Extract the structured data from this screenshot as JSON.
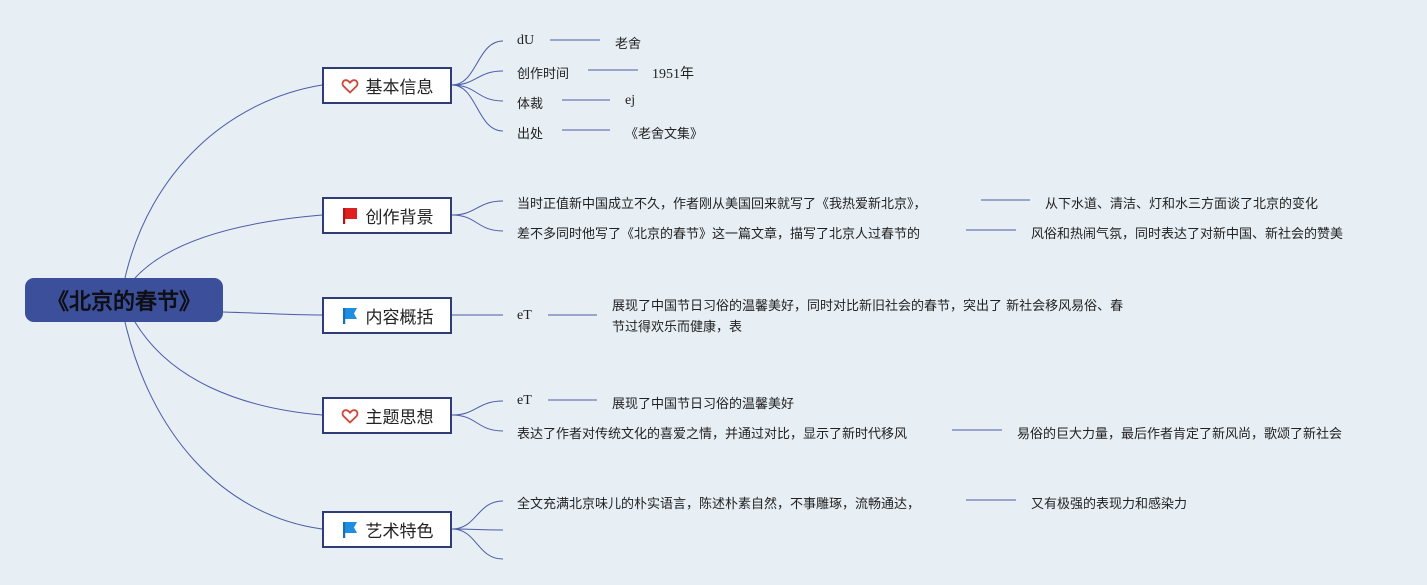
{
  "root": {
    "title": "《北京的春节》"
  },
  "branches": [
    {
      "label": "基本信息",
      "icon": "heart-icon",
      "items": [
        {
          "key": "dU",
          "value": "老舍"
        },
        {
          "key": "创作时间",
          "value": "1951年"
        },
        {
          "key": "体裁",
          "value": "ej"
        },
        {
          "key": "出处",
          "value": "《老舍文集》"
        }
      ]
    },
    {
      "label": "创作背景",
      "icon": "red-flag-icon",
      "items": [
        {
          "key": "当时正值新中国成立不久，作者刚从美国回来就写了《我热爱新北京》，",
          "value": "从下水道、清洁、灯和水三方面谈了北京的变化"
        },
        {
          "key": "差不多同时他写了《北京的春节》这一篇文章，描写了北京人过春节的",
          "value": "风俗和热闹气氛，同时表达了对新中国、新社会的赞美"
        }
      ]
    },
    {
      "label": "内容概括",
      "icon": "blue-flag-icon",
      "items": [
        {
          "key": "eT",
          "value": "展现了中国节日习俗的温馨美好，同时对比新旧社会的春节，突出了 新社会移风易俗、春节过得欢乐而健康，表"
        }
      ]
    },
    {
      "label": "主题思想",
      "icon": "heart-icon",
      "items": [
        {
          "key": "eT",
          "value": "展现了中国节日习俗的温馨美好"
        },
        {
          "key": "表达了作者对传统文化的喜爱之情，并通过对比，显示了新时代移风",
          "value": "易俗的巨大力量，最后作者肯定了新风尚，歌颂了新社会"
        }
      ]
    },
    {
      "label": "艺术特色",
      "icon": "blue-flag-icon",
      "items": [
        {
          "key": "全文充满北京味儿的朴实语言，陈述朴素自然，不事雕琢，流畅通达，",
          "value": "又有极强的表现力和感染力"
        },
        {
          "key": "",
          "value": ""
        },
        {
          "key": "",
          "value": ""
        }
      ]
    }
  ],
  "colors": {
    "background": "#e7eef4",
    "root_fill": "#3b4f9a",
    "branch_border": "#2e3c78",
    "line": "#4a5ca8",
    "heart": "#d0463a",
    "red_flag": "#e02020",
    "blue_flag": "#1e8ee0"
  }
}
